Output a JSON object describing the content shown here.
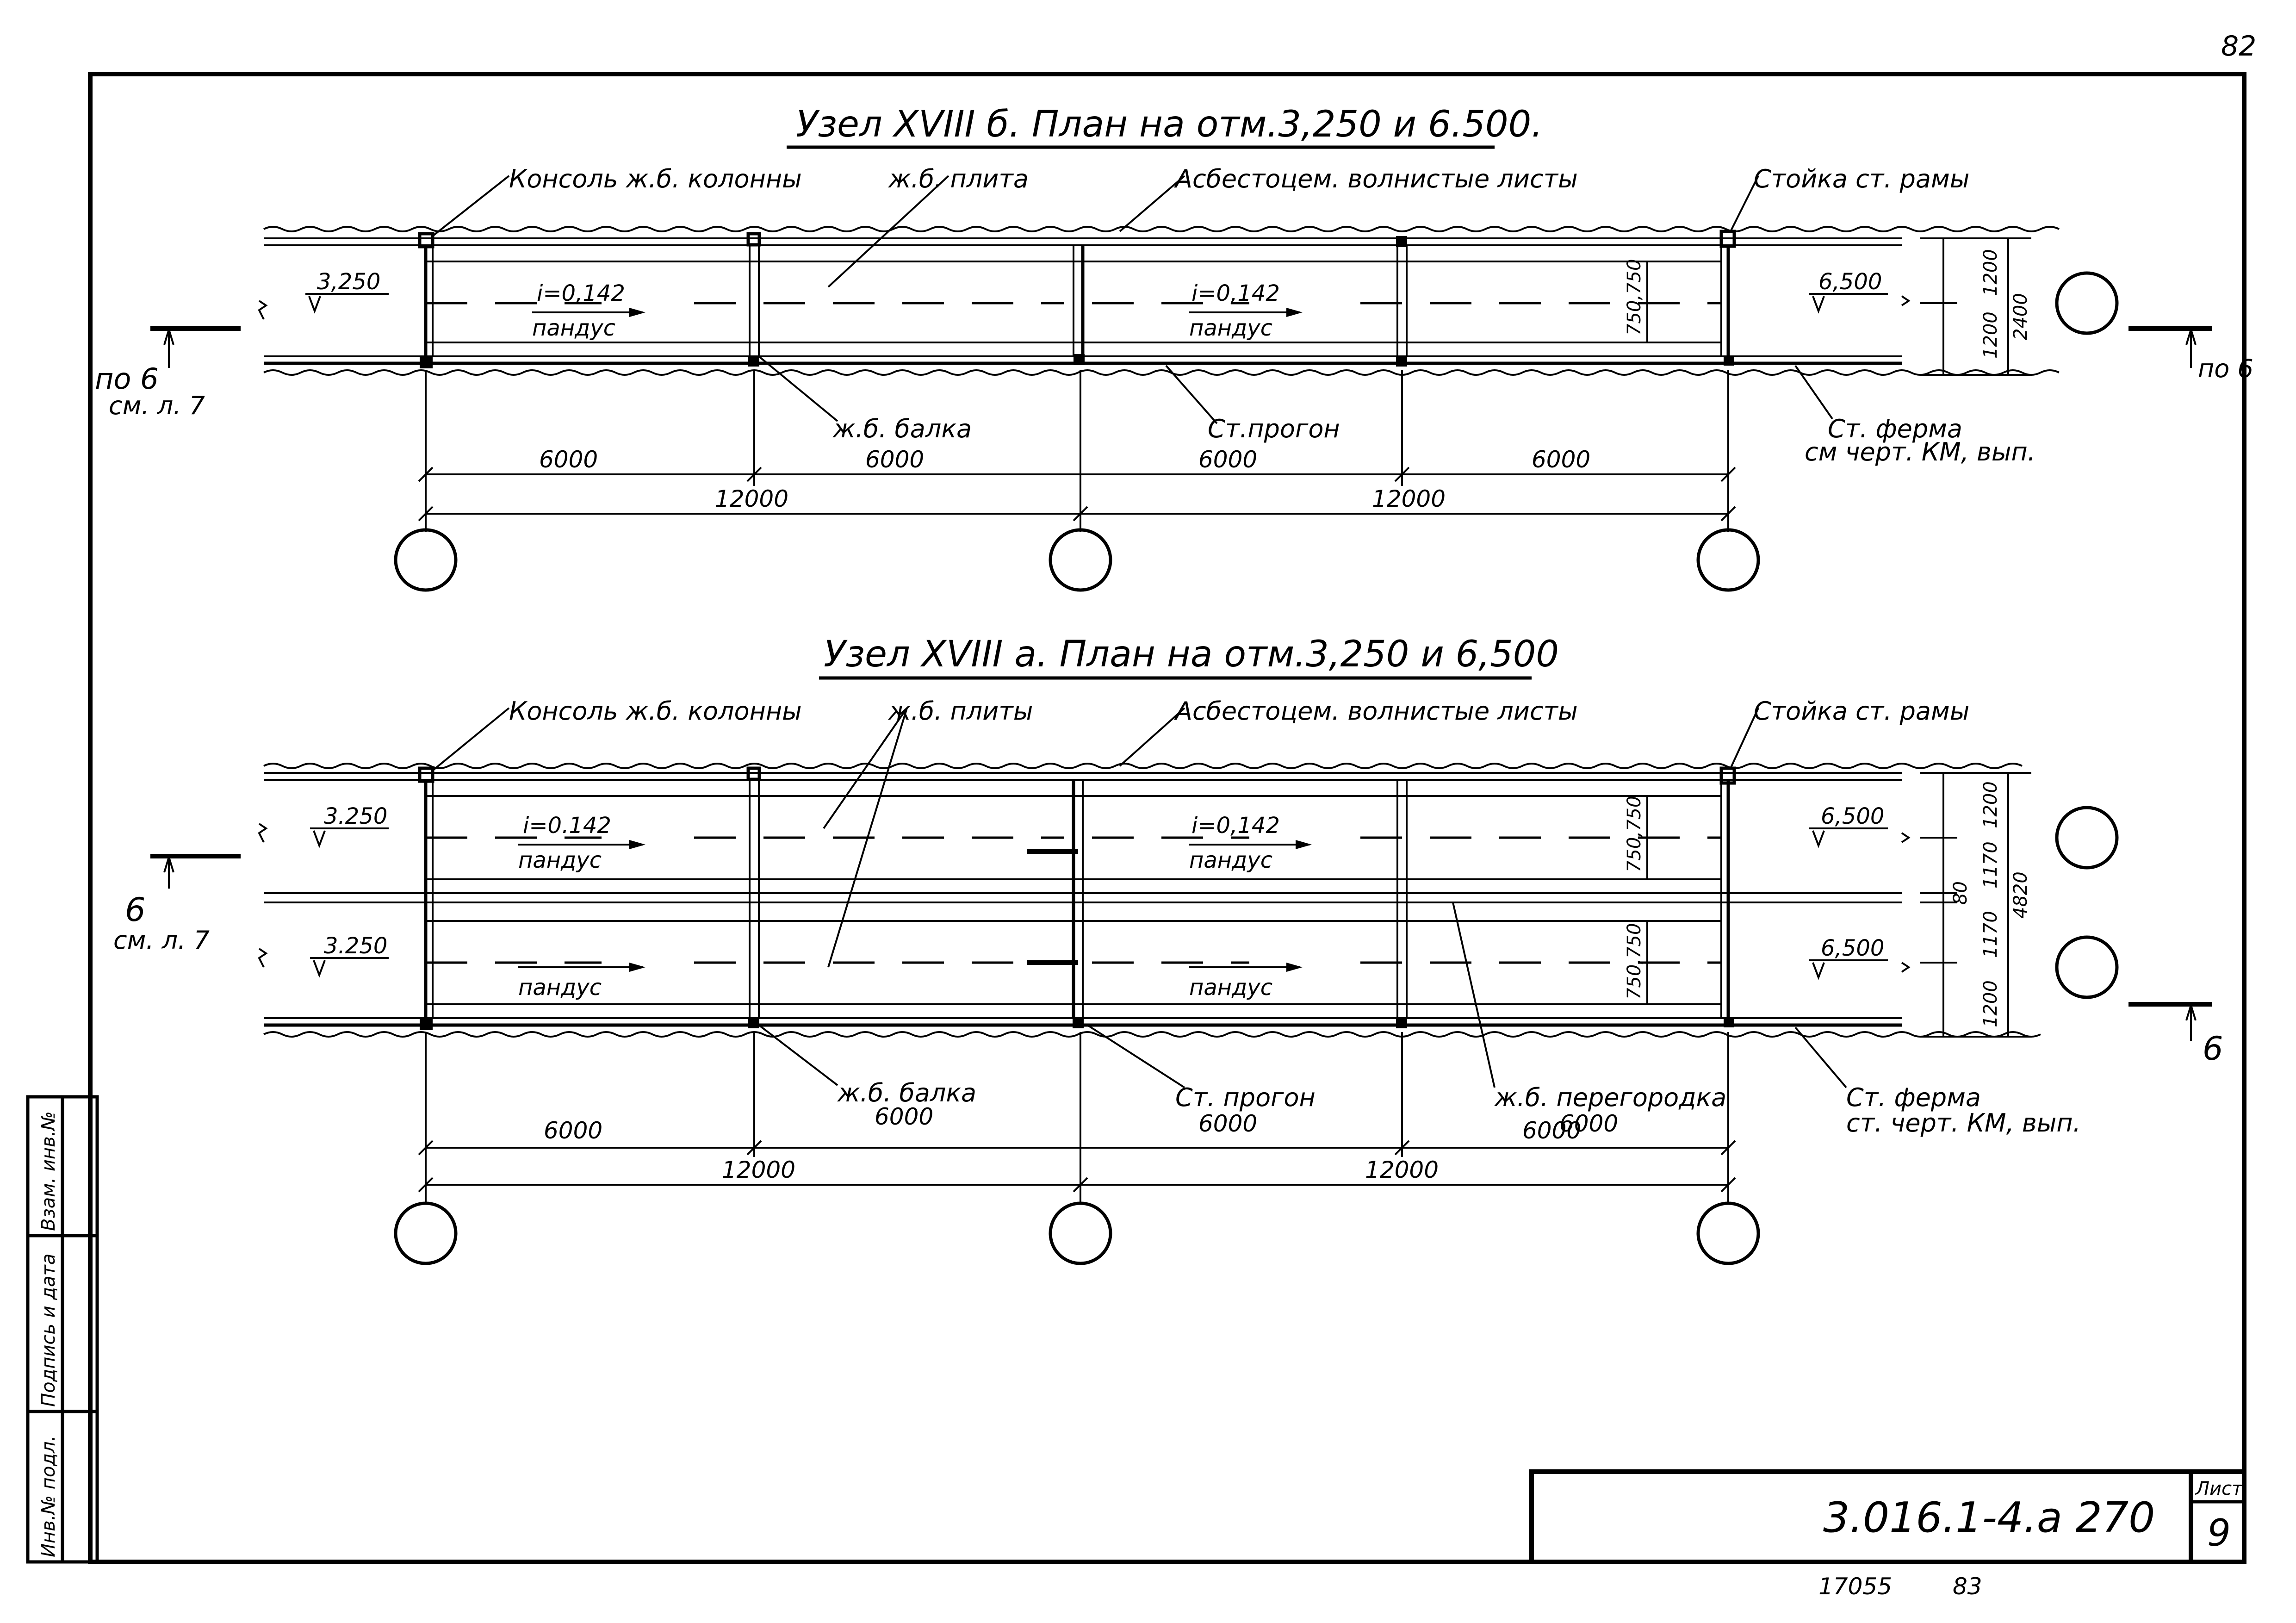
{
  "page_number_top": "82",
  "footer": {
    "code": "3.016.1-4.a 270",
    "sheet_label": "Лист",
    "sheet_no": "9",
    "inv": "17055",
    "page": "83"
  },
  "side_stamp": [
    "Инв.№ подл.",
    "Подпись и дата",
    "Взам. инв.№"
  ],
  "top": {
    "title": "Узел XVIII б. План на отм.3,250 и 6.500.",
    "labels": {
      "console": "Консоль ж.б. колонны",
      "slab": "ж.б. плита",
      "sheets": "Асбестоцем. волнистые листы",
      "post": "Стойка ст. рамы",
      "beam": "ж.б. балка",
      "purlin": "Ст.прогон",
      "truss1": "Ст. ферма",
      "truss2": "см черт. КМ, вып."
    },
    "ramps": [
      {
        "slope": "i=0,142",
        "name": "пандус"
      },
      {
        "slope": "i=0,142",
        "name": "пандус"
      }
    ],
    "elev_left": "3,250",
    "elev_right": "6,500",
    "section_left": "по 6",
    "section_left_ref": "см. л. 7",
    "section_right": "по 6",
    "inner_dims": "750,750",
    "right_dims": {
      "a": "1200",
      "b": "1200",
      "total": "2400"
    },
    "dims_row1": [
      "6000",
      "6000",
      "6000",
      "6000"
    ],
    "dims_row2": [
      "12000",
      "12000"
    ]
  },
  "bottom": {
    "title": "Узел XVIII а. План на отм.3,250 и 6,500",
    "labels": {
      "console": "Консоль ж.б. колонны",
      "slabs": "ж.б. плиты",
      "sheets": "Асбестоцем. волнистые листы",
      "post": "Стойка ст. рамы",
      "beam": "ж.б. балка",
      "beam_len": "6000",
      "purlin": "Ст. прогон",
      "purlin_len": "6000",
      "partition": "ж.б. перегородка",
      "partition_len": "6000",
      "truss1": "Ст. ферма",
      "truss2": "ст. черт. КМ, вып."
    },
    "ramps_top": [
      {
        "slope": "i=0.142",
        "name": "пандус"
      },
      {
        "slope": "i=0,142",
        "name": "пандус"
      }
    ],
    "ramps_bottom": [
      "пандус",
      "пандус"
    ],
    "elev_left": [
      "3.250",
      "3.250"
    ],
    "elev_right": [
      "6,500",
      "6,500"
    ],
    "section_left": "6",
    "section_left_ref": "см. л. 7",
    "section_right": "6",
    "inner_dims": [
      "750,750",
      "750,750"
    ],
    "right_dims": {
      "a": "1200",
      "b": "1170",
      "gap": "80",
      "c": "1170",
      "d": "1200",
      "total": "4820"
    },
    "dims_row1": [
      "6000",
      "6000"
    ],
    "dims_row2": [
      "12000",
      "12000"
    ]
  }
}
